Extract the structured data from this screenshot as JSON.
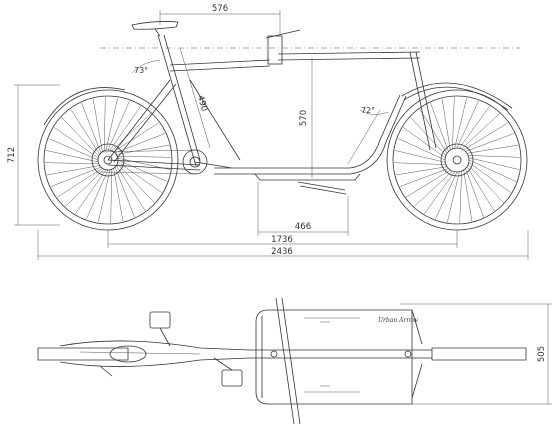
{
  "dimensions": {
    "seat_reach": "576",
    "seat_tube": "490",
    "cargo_height": "570",
    "overall_height": "712",
    "cargo_length": "466",
    "wheelbase": "1736",
    "overall_length": "2436",
    "cargo_width": "505"
  },
  "angles": {
    "seat_angle": "73°",
    "head_angle": "72°"
  },
  "logo_text": "Urban Arrow"
}
